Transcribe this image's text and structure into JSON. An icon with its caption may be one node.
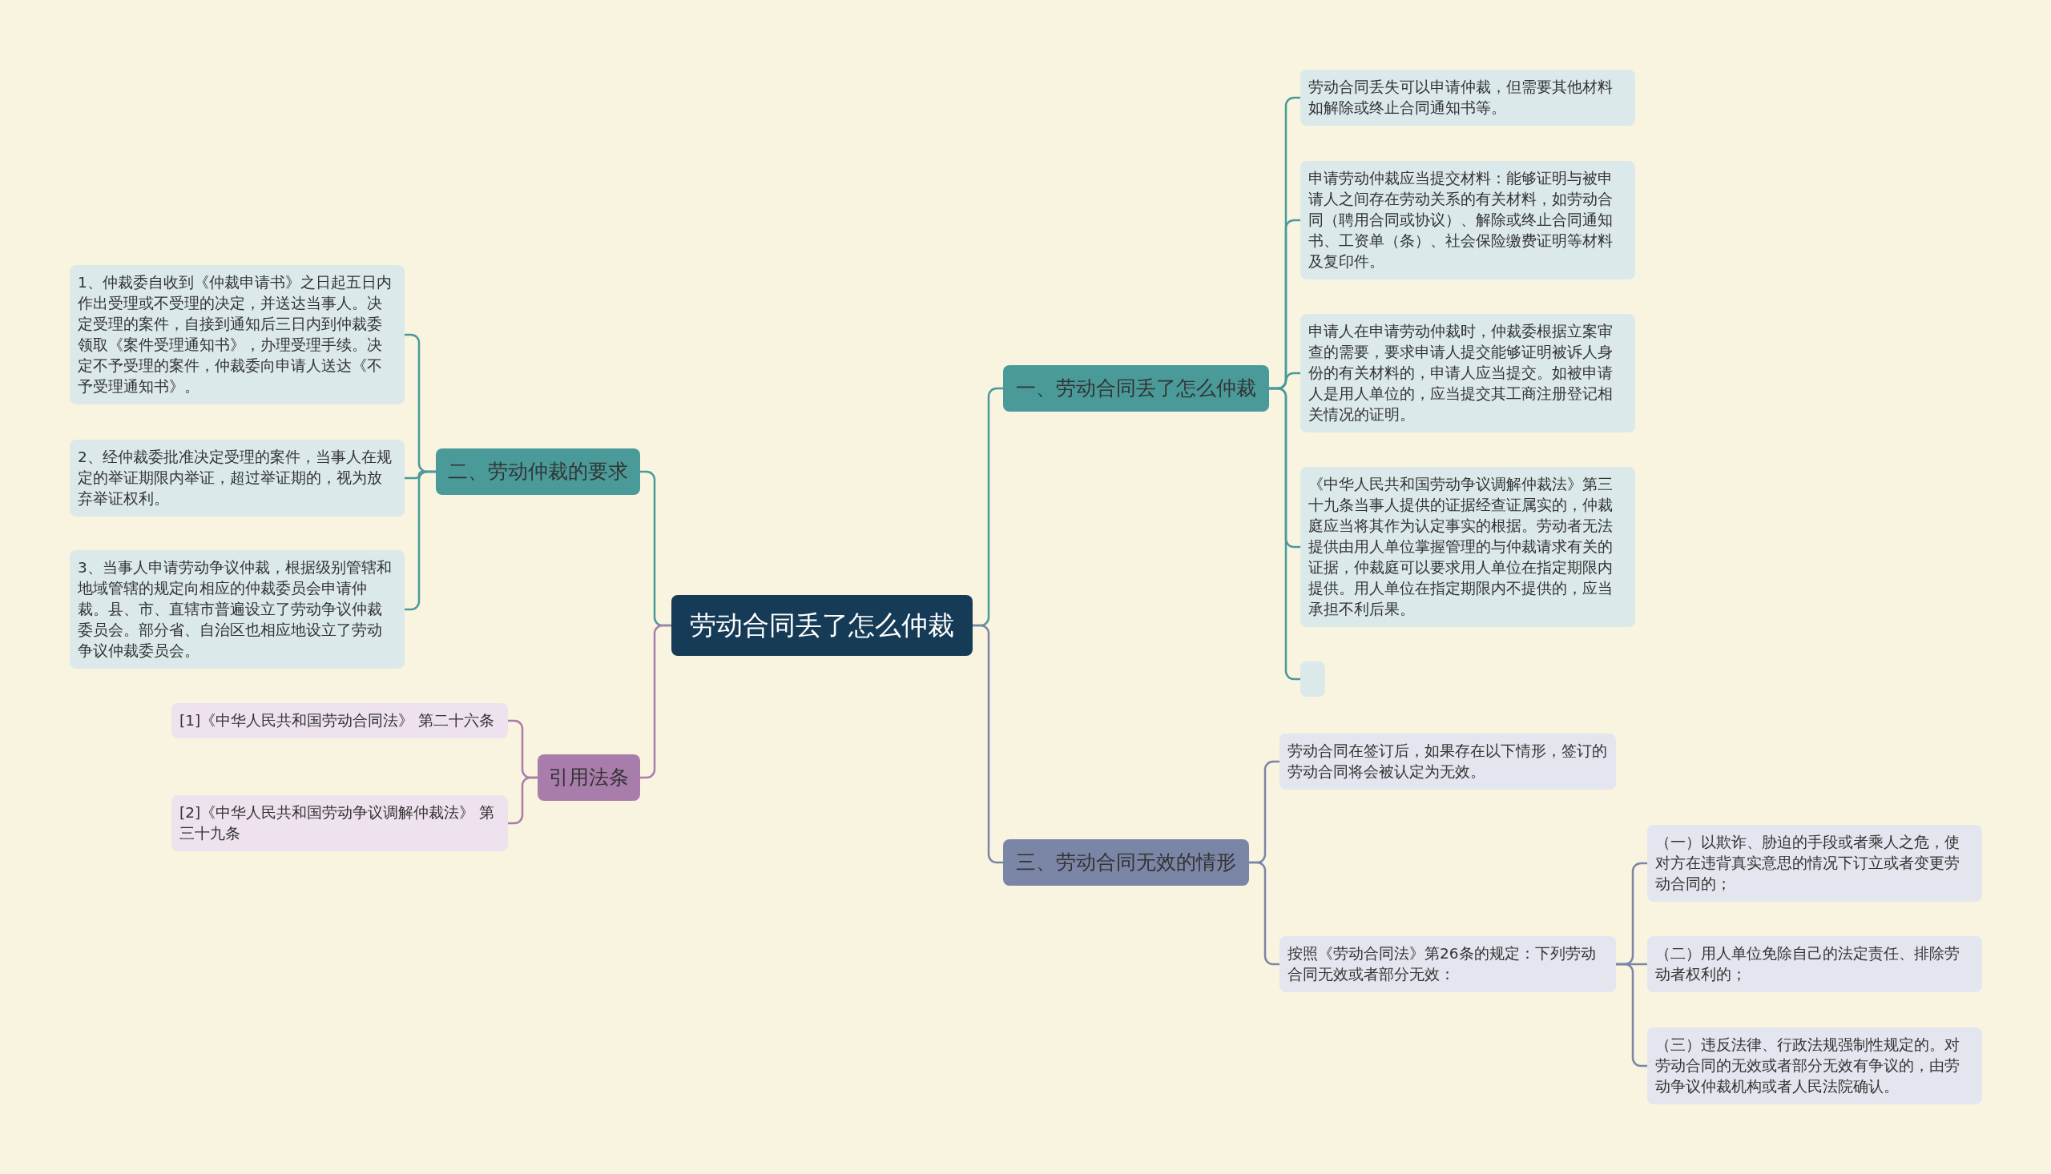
{
  "diagram": {
    "nodes": [
      {
        "text": [
          "劳动合同丢了怎么仲裁"
        ]
      },
      {
        "text": [
          "一、劳动合同丢了怎么仲裁"
        ]
      },
      {
        "text": [
          "劳动合同丢失可以申请仲裁，但需要其他材料如解除或终止合同通知书等。"
        ]
      },
      {
        "text": [
          "申请劳动仲裁应当提交材料：能够证明与被申请人之间存在劳动关系的有关材料，如劳动合同（聘用合同或协议）、解除或终止合同通知书、工资单（条）、社会保险缴费证明等材料及复印件。"
        ]
      },
      {
        "text": [
          "申请人在申请劳动仲裁时，仲裁委根据立案审查的需要，要求申请人提交能够证明被诉人身份的有关材料的，申请人应当提交。如被申请人是用人单位的，应当提交其工商注册登记相关情况的证明。"
        ]
      },
      {
        "text": [
          "《中华人民共和国劳动争议调解仲裁法》第三十九条当事人提供的证据经查证属实的，仲裁庭应当将其作为认定事实的根据。劳动者无法提供由用人单位掌握管理的与仲裁请求有关的证据，仲裁庭可以要求用人单位在指定期限内提供。用人单位在指定期限内不提供的，应当承担不利后果。"
        ]
      },
      {
        "text": [],
        "shape": "box"
      },
      {
        "text": [
          "三、劳动合同无效的情形"
        ]
      },
      {
        "text": [
          "劳动合同在签订后，如果存在以下情形，签订的劳动合同将会被认定为无效。"
        ]
      },
      {
        "text": [
          "按照《劳动合同法》第26条的规定：下列劳动合同无效或者部分无效："
        ]
      },
      {
        "text": [
          "（一）以欺诈、胁迫的手段或者乘人之危，使对方在违背真实意思的情况下订立或者变更劳动合同的；"
        ]
      },
      {
        "text": [
          "（二）用人单位免除自己的法定责任、排除劳动者权利的；"
        ]
      },
      {
        "text": [
          "（三）违反法律、行政法规强制性规定的。对劳动合同的无效或者部分无效有争议的，由劳动争议仲裁机构或者人民法院确认。"
        ]
      },
      {
        "text": [
          "二、劳动仲裁的要求"
        ]
      },
      {
        "text": [
          "1、仲裁委自收到《仲裁申请书》之日起五日内作出受理或不受理的决定，并送达当事人。决定受理的案件，自接到通知后三日内到仲裁委领取《案件受理通知书》，办理受理手续。决定不予受理的案件，仲裁委向申请人送达《不予受理通知书》。"
        ]
      },
      {
        "text": [
          "2、经仲裁委批准决定受理的案件，当事人在规定的举证期限内举证，超过举证期的，视为放弃举证权利。"
        ]
      },
      {
        "text": [
          "3、当事人申请劳动争议仲裁，根据级别管辖和地域管辖的规定向相应的仲裁委员会申请仲裁。县、市、直辖市普遍设立了劳动争议仲裁委员会。部分省、自治区也相应地设立了劳动争议仲裁委员会。"
        ]
      },
      {
        "text": [
          "引用法条"
        ]
      },
      {
        "text": [
          "[1]《中华人民共和国劳动合同法》 第二十六条"
        ]
      },
      {
        "text": [
          "[2]《中华人民共和国劳动争议调解仲裁法》 第三十九条"
        ]
      }
    ],
    "edges": [
      {
        "from": 0,
        "to": 1,
        "arrow": "none"
      },
      {
        "from": 1,
        "to": 2,
        "arrow": "none"
      },
      {
        "from": 1,
        "to": 3,
        "arrow": "none"
      },
      {
        "from": 1,
        "to": 4,
        "arrow": "none"
      },
      {
        "from": 1,
        "to": 5,
        "arrow": "none"
      },
      {
        "from": 1,
        "to": 6,
        "arrow": "none"
      },
      {
        "from": 0,
        "to": 7,
        "arrow": "none",
        "color": "#7b86a6"
      },
      {
        "from": 7,
        "to": 8,
        "arrow": "none",
        "color": "#7b86a6"
      },
      {
        "from": 7,
        "to": 9,
        "arrow": "none",
        "color": "#7b86a6"
      },
      {
        "from": 9,
        "to": 10,
        "arrow": "none",
        "color": "#7b86a6"
      },
      {
        "from": 9,
        "to": 11,
        "arrow": "none",
        "color": "#7b86a6"
      },
      {
        "from": 9,
        "to": 12,
        "arrow": "none",
        "color": "#7b86a6"
      },
      {
        "from": 0,
        "to": 13,
        "arrow": "none"
      },
      {
        "from": 13,
        "to": 14,
        "arrow": "none"
      },
      {
        "from": 13,
        "to": 15,
        "arrow": "none"
      },
      {
        "from": 13,
        "to": 16,
        "arrow": "none"
      },
      {
        "from": 0,
        "to": 17,
        "arrow": "none",
        "color": "#a97dab"
      },
      {
        "from": 17,
        "to": 18,
        "arrow": "none",
        "color": "#a97dab"
      },
      {
        "from": 17,
        "to": 19,
        "arrow": "none",
        "color": "#a97dab"
      }
    ]
  }
}
